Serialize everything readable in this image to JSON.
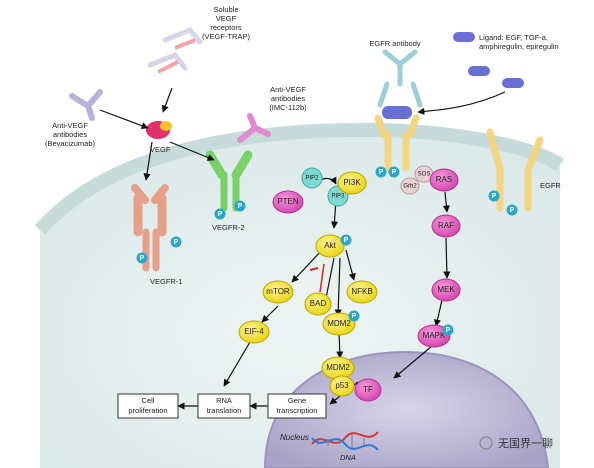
{
  "labels": {
    "soluble": [
      "Soluble",
      "VEGF",
      "receptors",
      "(VEGF-TRAP)"
    ],
    "anti_vegf_bev": [
      "Anti-VEGF",
      "antibodies",
      "(Bevacizumab)"
    ],
    "anti_vegf_imc": [
      "Anti-VEGF",
      "antibodies",
      "(IMC-112b)"
    ],
    "vegf": "VEGF",
    "vegfr1": "VEGFR-1",
    "vegfr2": "VEGFR-2",
    "egfr_antibody": "EGFR antibody",
    "ligand": [
      "Ligand: EGF, TGF-a,",
      "amphiregulin, epiregulin"
    ],
    "egfr": "EGFR",
    "nucleus": "Nucleus",
    "dna": "DNA",
    "watermark": "无国界一聊"
  },
  "nodes": {
    "pi3k": "PI3K",
    "pten": "PTEN",
    "pip2": "PIP2",
    "pip3": "PIP3",
    "akt": "Akt",
    "mtor": "mTOR",
    "bad": "BAD",
    "nfkb": "NFKB",
    "eif4": "EIF-4",
    "mdm2_a": "MDM2",
    "mdm2_b": "MDM2",
    "p53": "p53",
    "tf": "TF",
    "ras": "RAS",
    "raf": "RAF",
    "mek": "MEK",
    "mapk": "MAPK",
    "sos": "SOS",
    "grb2": "Grb2",
    "p": "P"
  },
  "boxes": {
    "cell_proliferation": [
      "Cell",
      "proliferation"
    ],
    "rna_translation": [
      "RNA",
      "translation"
    ],
    "gene_transcription": [
      "Gene",
      "transcription"
    ]
  },
  "colors": {
    "cytoplasm": "#e6f0ef",
    "membrane": "#c8dcdc",
    "nucleus": "#c9c5dc",
    "yellow_node": "#f2e21a",
    "pink_node": "#e65fc0",
    "p_marker": "#2aa7c9",
    "vegfr1": "#e6a08a",
    "vegfr2": "#7ad16a",
    "egfr": "#f2d684",
    "ligand": "#6a6fd8"
  }
}
